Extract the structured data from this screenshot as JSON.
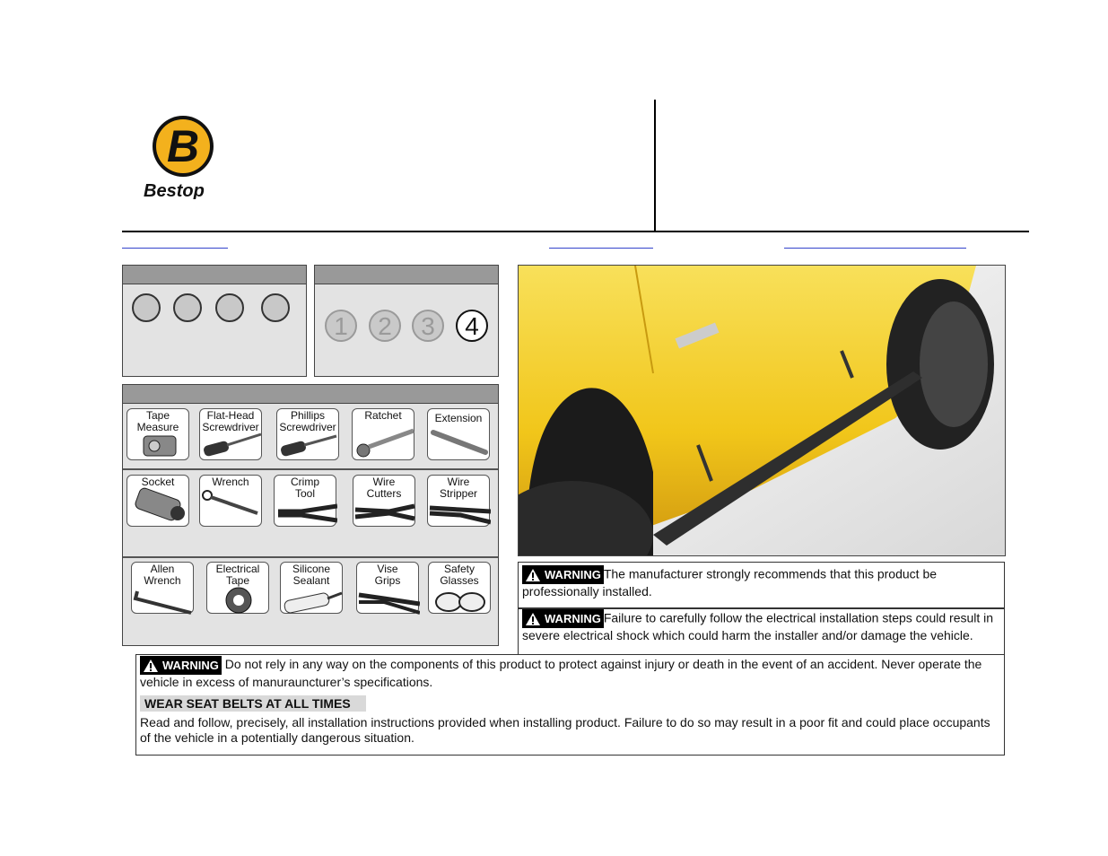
{
  "brand": {
    "name": "Bestop",
    "logo_letter": "B"
  },
  "panels": {
    "difficulty_header": "",
    "steps_header": "",
    "steps": [
      "1",
      "2",
      "3",
      "4"
    ],
    "active_step": 4,
    "tools_header": ""
  },
  "tools": {
    "row1": [
      "Tape\nMeasure",
      "Flat-Head\nScrewdriver",
      "Phillips\nScrewdriver",
      "Ratchet",
      "Extension"
    ],
    "row2": [
      "Socket",
      "Wrench",
      "Crimp\nTool",
      "Wire\nCutters",
      "Wire\nStripper"
    ],
    "row3": [
      "Allen\nWrench",
      "Electrical\nTape",
      "Silicone\nSealant",
      "Vise\nGrips",
      "Safety\nGlasses"
    ]
  },
  "warnings": {
    "tag": "WARNING",
    "w1": "The manufacturer strongly recommends that this product be professionally installed.",
    "w2": "Failure to carefully follow the electrical installation steps could result in severe electrical shock which could harm the installer and/or damage the vehicle.",
    "w3": "Do not rely in any way on the components of this product to protect against injury or death in the event of an accident. Never operate the vehicle in excess of manurauncturer’s specifications.",
    "seat_belts": "WEAR SEAT BELTS AT ALL TIMES",
    "w4": "Read and follow, precisely, all installation instructions provided when installing product. Failure to do so may result in a poor fit and could place occupants of the vehicle in a potentially dangerous situation."
  },
  "colors": {
    "logo_yellow": "#f3b11d",
    "truck_yellow": "#f4d21c",
    "panel_gray": "#e3e3e3",
    "header_gray": "#999999"
  }
}
